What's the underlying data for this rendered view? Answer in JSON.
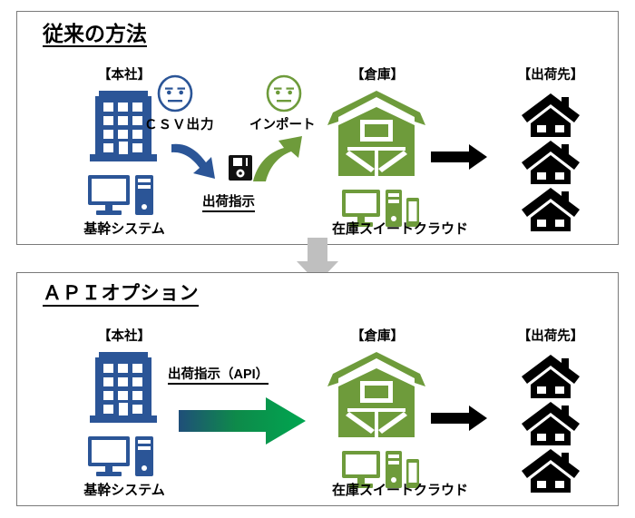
{
  "diagram": {
    "title_top": "従来の方法",
    "title_bottom": "ＡＰＩオプション",
    "colors": {
      "blue": "#2B5597",
      "blue_dark": "#1F4E79",
      "green": "#6E9B3B",
      "green_bright": "#00A650",
      "black": "#000000",
      "gray": "#BFBFBF",
      "panel_border": "#7a7a7a"
    }
  },
  "top_panel": {
    "title": "従来の方法",
    "headquarters": {
      "label": "【本社】",
      "caption": "基幹システム",
      "building_icon": "office-building-icon",
      "pc_icon": "desktop-computer-icon"
    },
    "export_step": {
      "face_icon": "neutral-face-icon",
      "label": "ＣＳＶ出力",
      "arrow_icon": "curved-down-arrow-icon"
    },
    "file": {
      "icon": "floppy-disk-icon",
      "label": "出荷指示"
    },
    "import_step": {
      "face_icon": "neutral-face-icon",
      "label": "インポート",
      "arrow_icon": "curved-up-arrow-icon"
    },
    "warehouse": {
      "label": "【倉庫】",
      "caption": "在庫スイートクラウド",
      "barn_icon": "warehouse-barn-icon",
      "devices_icon": "desktop-computer-mobile-icon"
    },
    "ship_arrow_icon": "right-arrow-icon",
    "destination": {
      "label": "【出荷先】",
      "house_icons": [
        "house-icon",
        "house-icon",
        "house-icon"
      ]
    }
  },
  "transition": {
    "icon": "down-arrow-icon"
  },
  "bottom_panel": {
    "title": "ＡＰＩオプション",
    "headquarters": {
      "label": "【本社】",
      "caption": "基幹システム",
      "building_icon": "office-building-icon",
      "pc_icon": "desktop-computer-icon"
    },
    "api_step": {
      "label": "出荷指示（API）",
      "arrow_icon": "gradient-right-arrow-icon"
    },
    "warehouse": {
      "label": "【倉庫】",
      "caption": "在庫スイートクラウド",
      "barn_icon": "warehouse-barn-icon",
      "devices_icon": "desktop-computer-mobile-icon"
    },
    "ship_arrow_icon": "right-arrow-icon",
    "destination": {
      "label": "【出荷先】",
      "house_icons": [
        "house-icon",
        "house-icon",
        "house-icon"
      ]
    }
  }
}
